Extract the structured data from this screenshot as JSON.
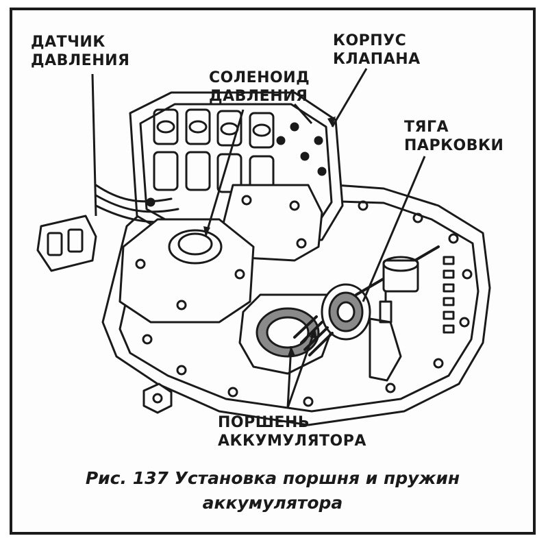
{
  "labels": {
    "pressure_sensor": [
      "ДАТЧИК",
      "ДАВЛЕНИЯ"
    ],
    "valve_body": [
      "КОРПУС",
      "КЛАПАНА"
    ],
    "pressure_solenoid": [
      "СОЛЕНОИД",
      "ДАВЛЕНИЯ"
    ],
    "park_rod": [
      "ТЯГА",
      "ПАРКОВКИ"
    ],
    "accumulator_piston": [
      "ПОРШЕНЬ",
      "АККУМУЛЯТОРА"
    ]
  },
  "caption": {
    "line1": "Рис. 137 Установка поршня и пружин",
    "line2": "аккумулятора"
  },
  "colors": {
    "ink": "#1a1a1a",
    "paper": "#fdfdfd",
    "shade": "#8a8a8a"
  }
}
